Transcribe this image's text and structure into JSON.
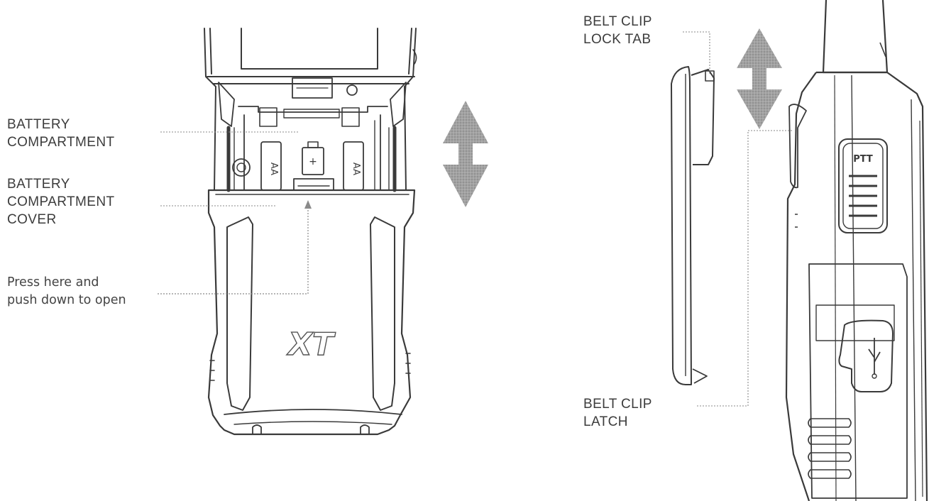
{
  "labels": {
    "battery_compartment": [
      "BATTERY",
      "COMPARTMENT"
    ],
    "battery_compartment_cover": [
      "BATTERY",
      "COMPARTMENT",
      "COVER"
    ],
    "press_here": [
      "Press here and",
      "push down to open"
    ],
    "belt_clip_lock_tab": [
      "BELT CLIP",
      "LOCK TAB"
    ],
    "belt_clip_latch": [
      "BELT CLIP",
      "LATCH"
    ]
  },
  "device_markings": {
    "logo": "XT",
    "ptt": "PTT",
    "battery_left": "AA",
    "battery_right": "AA",
    "battery_polarity": "+"
  },
  "colors": {
    "line": "#3a3a3a",
    "leader": "#8a8a8a",
    "arrow": "#8f8f8f",
    "text": "#3c3c3c"
  }
}
